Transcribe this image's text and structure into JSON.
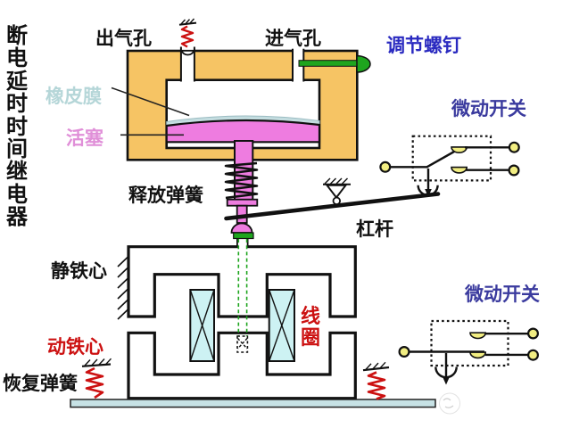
{
  "diagram": {
    "title_vertical": "断电延时时间继电器",
    "labels": {
      "air_outlet": "出气孔",
      "air_inlet": "进气孔",
      "adjust_screw": "调节螺钉",
      "rubber_membrane": "橡皮膜",
      "piston": "活塞",
      "release_spring": "释放弹簧",
      "micro_switch_top": "微动开关",
      "lever": "杠杆",
      "static_iron_core": "静铁心",
      "coil": "线圈",
      "micro_switch_bottom": "微动开关",
      "moving_iron_core": "动铁心",
      "recovery_spring": "恢复弹簧"
    },
    "colors": {
      "chamber_orange": "#f6c464",
      "piston_pink": "#ee7ce0",
      "membrane_blue": "#c4dde0",
      "screw_green": "#1ea51e",
      "spring_red": "#cc1111",
      "coil_cyan": "#cdf2f3",
      "terminal_yellow": "#f2ee82",
      "base_bar": "#c7e2e5",
      "label_blue": "#3a3a9e",
      "label_red": "#cc1111",
      "label_pink": "#e08fd8",
      "label_pale_cyan": "#b5d6d8",
      "outline_black": "#111111"
    }
  }
}
